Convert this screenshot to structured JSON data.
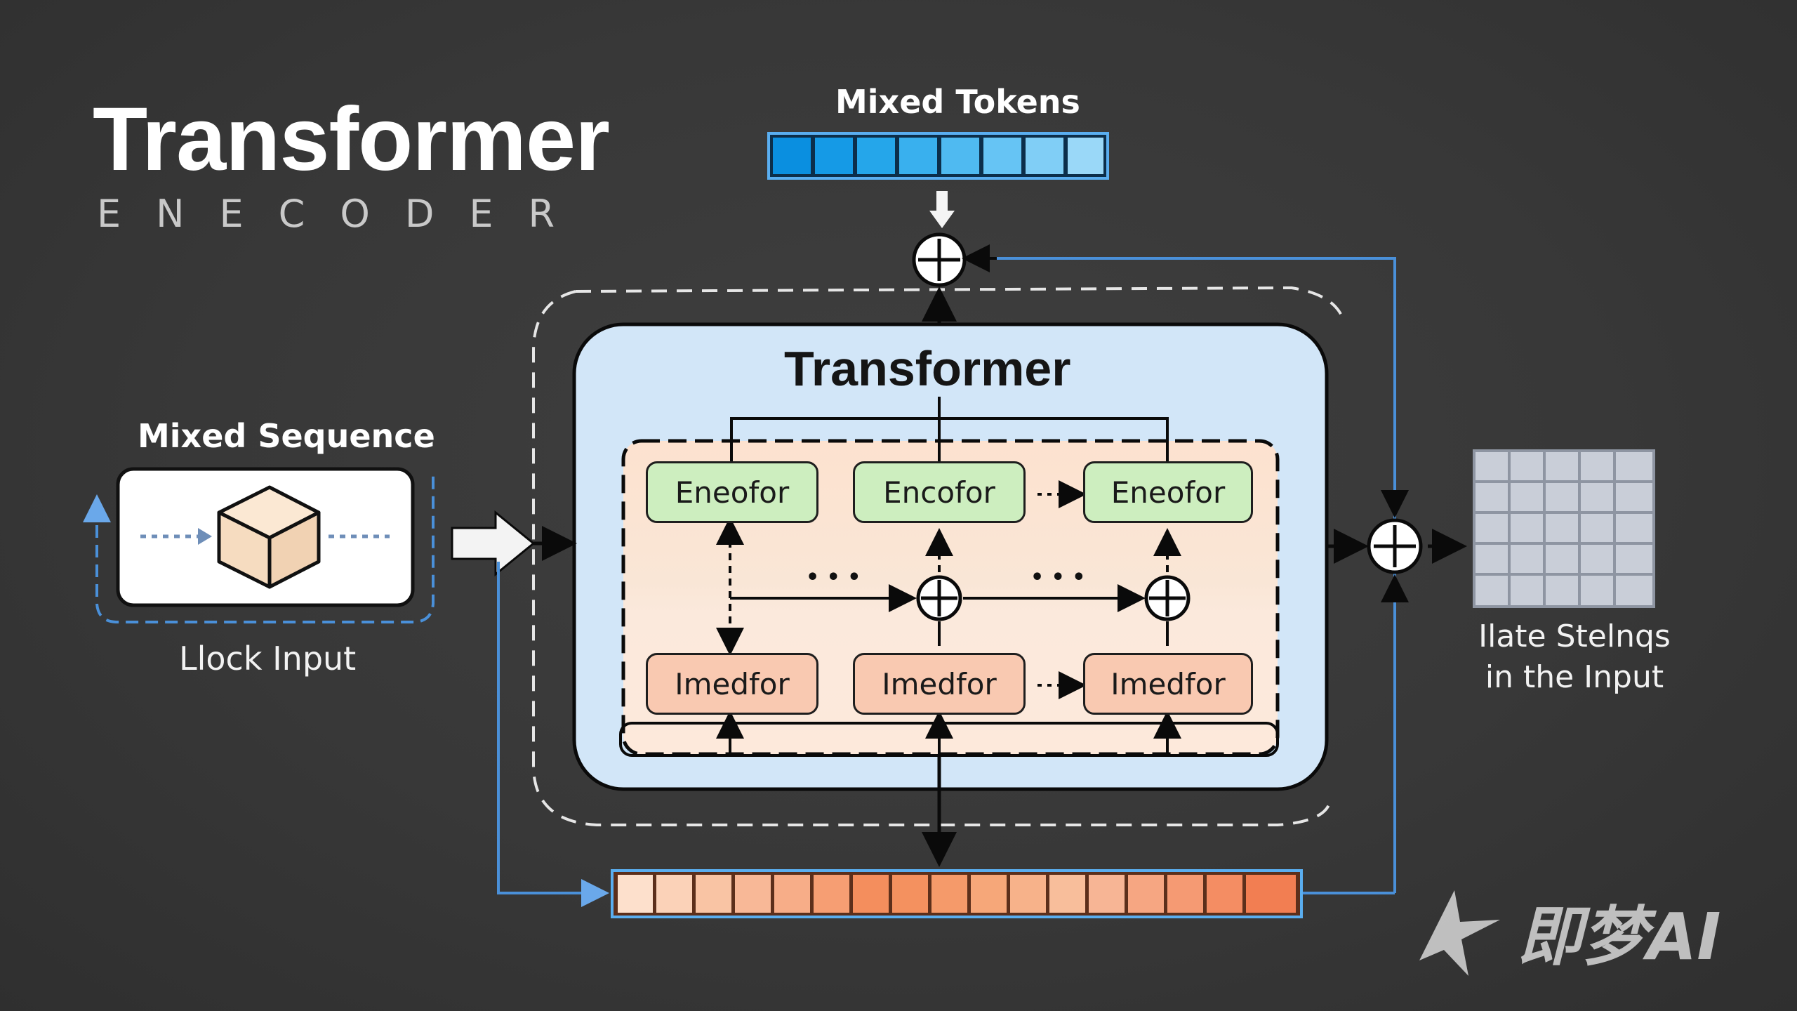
{
  "title": "Transformer",
  "subtitle": "ENECODER",
  "labels": {
    "mixed_tokens": "Mixed Tokens",
    "mixed_sequence": "Mixed Sequence",
    "block_input": "Llock Input",
    "inner_title": "Transformer",
    "state_line1": "Ilate Stelnqs",
    "state_line2": "in the Input",
    "ellipsis": "• • •"
  },
  "encoders": [
    "Eneofor",
    "Encofor",
    "Eneofor"
  ],
  "decoders": [
    "Imedfor",
    "Imedfor",
    "Imedfor"
  ],
  "watermark": "即梦AI",
  "colors": {
    "background": "#3a3a3a",
    "token_blue": "#1aa3f0",
    "connector_blue": "#4a90d9",
    "encoder_green": "#cdeebf",
    "decoder_orange": "#f9c9b1",
    "inner_panel": "#d4e8f8"
  },
  "icons": [
    "cube-icon",
    "plus-circle-icon",
    "arrow-right-icon",
    "grid-output-icon"
  ]
}
